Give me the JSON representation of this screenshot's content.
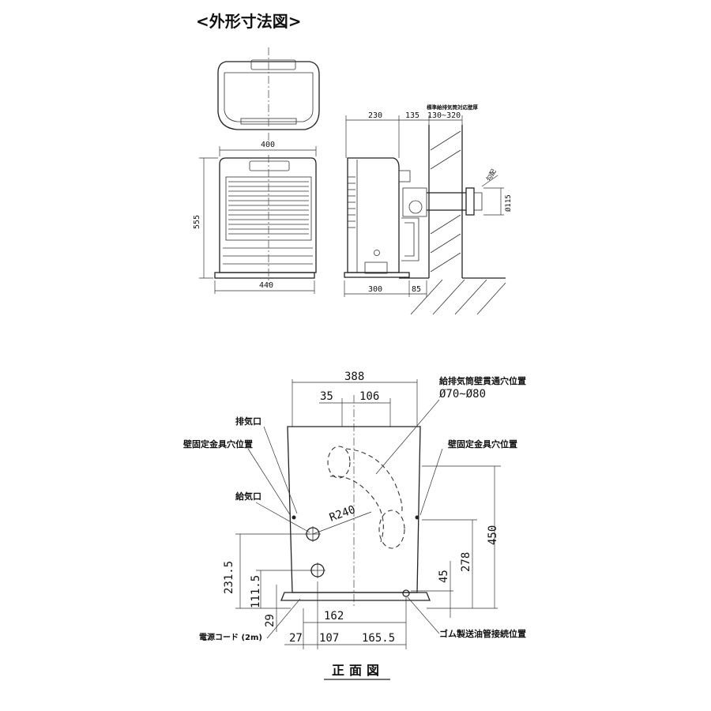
{
  "title": "<外形寸法図>",
  "front_view_title": "正面図",
  "upper": {
    "width_top": "400",
    "width_base": "440",
    "height": "555",
    "side_depth": "230",
    "side_gap": "135",
    "wall_range": "130~320",
    "wall_note": "標準給排気筒対応壁厚",
    "pipe_dia": "Ø115",
    "pipe_angle": "勾配",
    "base_depth": "300",
    "base_ext": "85"
  },
  "lower": {
    "w388": "388",
    "d35": "35",
    "d106": "106",
    "hole_label": "給排気筒壁貫通穴位置",
    "hole_dia": "Ø70~Ø80",
    "exhaust": "排気口",
    "wall_fix_left": "壁固定金具穴位置",
    "wall_fix_right": "壁固定金具穴位置",
    "intake": "給気口",
    "radius": "R240",
    "h231": "231.5",
    "h111": "111.5",
    "h29": "29",
    "h450": "450",
    "h278": "278",
    "h45": "45",
    "w162": "162",
    "cord": "電源コード (2m)",
    "w27": "27",
    "w107": "107",
    "w165": "165.5",
    "oil": "ゴム製送油管接続位置"
  }
}
